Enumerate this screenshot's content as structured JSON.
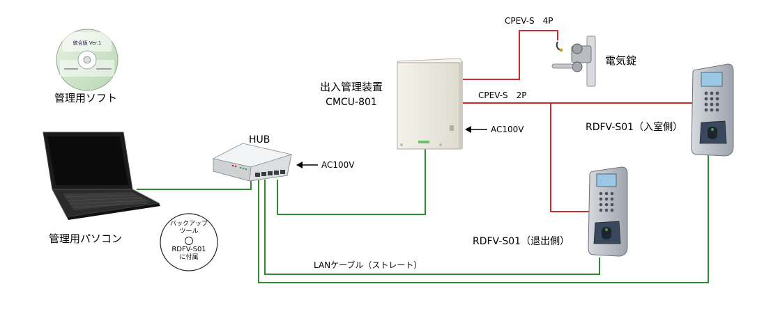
{
  "labels": {
    "cable_4p": "CPEV-S　4P",
    "electric_lock": "電気錠",
    "mgmt_software": "管理用ソフト",
    "controller_name": "出入管理装置",
    "controller_model": "CMCU-801",
    "cable_2p": "CPEV-S　2P",
    "ac_controller": "AC100V",
    "hub": "HUB",
    "ac_hub": "AC100V",
    "reader_entry": "RDFV-S01（入室側）",
    "reader_exit": "RDFV-S01（退出側）",
    "pc": "管理用パソコン",
    "lan_cable": "LANケーブル（ストレート）"
  },
  "backup_disc": {
    "line1": "バックアップ",
    "line2": "ツール",
    "line3": "RDFV-S01",
    "line4": "に付属"
  },
  "software_disc": {
    "line1": "統合版 Ver.1"
  },
  "colors": {
    "lan": "#2e8b2e",
    "signal": "#cc2b2b",
    "line": "#222222"
  }
}
